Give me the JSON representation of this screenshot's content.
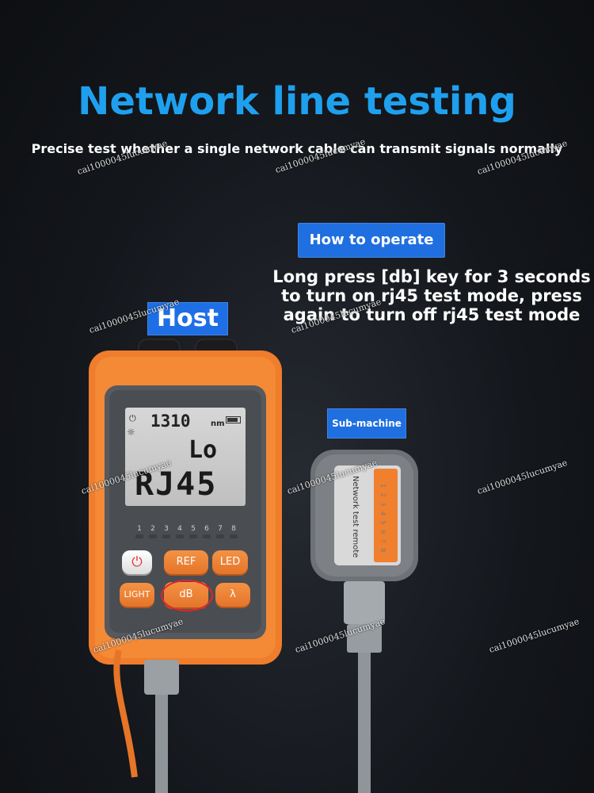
{
  "header": {
    "title": "Network line testing",
    "subtitle": "Precise test whether a single network cable can transmit signals normally"
  },
  "operation": {
    "badge": "How to operate",
    "instructions": "Long press [db] key for 3 seconds to turn on rj45 test mode, press again to turn off rj45 test mode"
  },
  "host": {
    "label": "Host",
    "lcd": {
      "wavelength": "1310",
      "unit": "nm",
      "status": "Lo",
      "mode": "RJ45"
    },
    "led_numbers": [
      "1",
      "2",
      "3",
      "4",
      "5",
      "6",
      "7",
      "8"
    ],
    "buttons": {
      "power": "⏻",
      "ref": "REF",
      "led": "LED",
      "light": "LIGHT",
      "db": "dB",
      "lambda": "λ"
    }
  },
  "sub_machine": {
    "label": "Sub-machine",
    "device_text": "Network test remote",
    "pin_numbers": "1 2 3 4 5 6 7 8"
  },
  "watermark": {
    "text": "cai1000045lucumyae"
  },
  "colors": {
    "title_blue": "#1fa0ee",
    "badge_blue": "#1f6fe0",
    "device_orange": "#f07f2e",
    "highlight_red": "#e5232a"
  }
}
